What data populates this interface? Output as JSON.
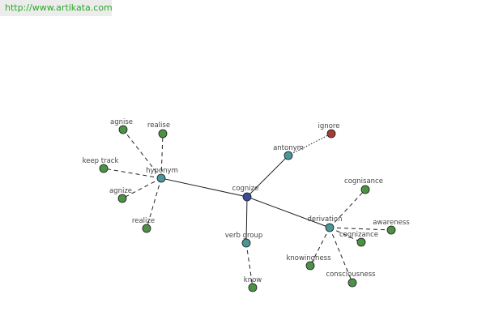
{
  "site": {
    "url": "http://www.artikata.com"
  },
  "colors": {
    "center": "#3b4d99",
    "relation": "#4a9696",
    "leaf": "#4c9146",
    "antonym": "#a33c33",
    "edge": "#222222"
  },
  "graph": {
    "nodes": [
      {
        "id": "cognize",
        "label": "cognize",
        "kind": "center"
      },
      {
        "id": "hyponym",
        "label": "hyponym",
        "kind": "relation"
      },
      {
        "id": "antonym",
        "label": "antonym",
        "kind": "relation"
      },
      {
        "id": "derivation",
        "label": "derivation",
        "kind": "relation"
      },
      {
        "id": "verb_group",
        "label": "verb group",
        "kind": "relation"
      },
      {
        "id": "agnise",
        "label": "agnise",
        "kind": "leaf"
      },
      {
        "id": "realise",
        "label": "realise",
        "kind": "leaf"
      },
      {
        "id": "keep_track",
        "label": "keep track",
        "kind": "leaf"
      },
      {
        "id": "agnize",
        "label": "agnize",
        "kind": "leaf"
      },
      {
        "id": "realize",
        "label": "realize",
        "kind": "leaf"
      },
      {
        "id": "ignore",
        "label": "ignore",
        "kind": "antonym"
      },
      {
        "id": "cognisance",
        "label": "cognisance",
        "kind": "leaf"
      },
      {
        "id": "awareness",
        "label": "awareness",
        "kind": "leaf"
      },
      {
        "id": "cognizance",
        "label": "cognizance",
        "kind": "leaf"
      },
      {
        "id": "knowingness",
        "label": "knowingness",
        "kind": "leaf"
      },
      {
        "id": "consciousness",
        "label": "consciousness",
        "kind": "leaf"
      },
      {
        "id": "know",
        "label": "know",
        "kind": "leaf"
      }
    ],
    "edges": [
      {
        "from": "cognize",
        "to": "hyponym",
        "style": "solid"
      },
      {
        "from": "cognize",
        "to": "antonym",
        "style": "solid"
      },
      {
        "from": "cognize",
        "to": "derivation",
        "style": "solid"
      },
      {
        "from": "cognize",
        "to": "verb_group",
        "style": "solid"
      },
      {
        "from": "hyponym",
        "to": "agnise",
        "style": "dashed"
      },
      {
        "from": "hyponym",
        "to": "realise",
        "style": "dashed"
      },
      {
        "from": "hyponym",
        "to": "keep_track",
        "style": "dashed"
      },
      {
        "from": "hyponym",
        "to": "agnize",
        "style": "dashed"
      },
      {
        "from": "hyponym",
        "to": "realize",
        "style": "dashed"
      },
      {
        "from": "antonym",
        "to": "ignore",
        "style": "dotted"
      },
      {
        "from": "derivation",
        "to": "cognisance",
        "style": "dashed"
      },
      {
        "from": "derivation",
        "to": "awareness",
        "style": "dashed"
      },
      {
        "from": "derivation",
        "to": "cognizance",
        "style": "dashed"
      },
      {
        "from": "derivation",
        "to": "knowingness",
        "style": "dashed"
      },
      {
        "from": "derivation",
        "to": "consciousness",
        "style": "dashed"
      },
      {
        "from": "verb_group",
        "to": "know",
        "style": "dashed"
      }
    ]
  }
}
